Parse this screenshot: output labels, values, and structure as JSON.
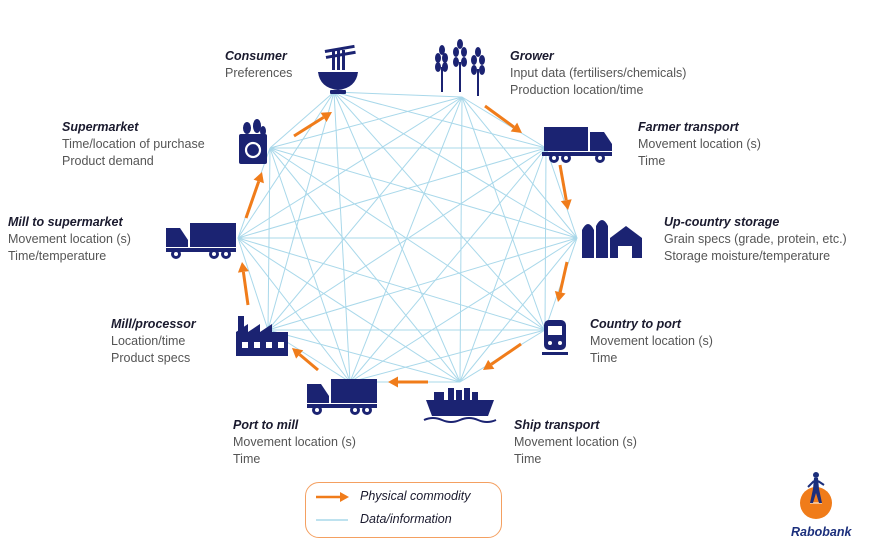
{
  "colors": {
    "navy": "#1b2372",
    "orange": "#f07c1a",
    "link": "#a9d8ea"
  },
  "nodes": [
    {
      "id": "consumer",
      "title": "Consumer",
      "details": [
        "Preferences"
      ],
      "icon": "noodle-bowl-icon"
    },
    {
      "id": "grower",
      "title": "Grower",
      "details": [
        "Input data (fertilisers/chemicals)",
        "Production location/time"
      ],
      "icon": "wheat-icon"
    },
    {
      "id": "farmer_transport",
      "title": "Farmer transport",
      "details": [
        "Movement location (s)",
        "Time"
      ],
      "icon": "truck-icon"
    },
    {
      "id": "upcountry_storage",
      "title": "Up-country storage",
      "details": [
        "Grain specs (grade, protein, etc.)",
        "Storage moisture/temperature"
      ],
      "icon": "silo-icon"
    },
    {
      "id": "country_to_port",
      "title": "Country to port",
      "details": [
        "Movement location (s)",
        "Time"
      ],
      "icon": "train-icon"
    },
    {
      "id": "ship_transport",
      "title": "Ship transport",
      "details": [
        "Movement location (s)",
        "Time"
      ],
      "icon": "ship-icon"
    },
    {
      "id": "port_to_mill",
      "title": "Port to mill",
      "details": [
        "Movement location (s)",
        "Time"
      ],
      "icon": "truck-icon"
    },
    {
      "id": "mill_processor",
      "title": "Mill/processor",
      "details": [
        "Location/time",
        "Product specs"
      ],
      "icon": "factory-icon"
    },
    {
      "id": "mill_to_supermarket",
      "title": "Mill to supermarket",
      "details": [
        "Movement location (s)",
        "Time/temperature"
      ],
      "icon": "truck-icon"
    },
    {
      "id": "supermarket",
      "title": "Supermarket",
      "details": [
        "Time/location of purchase",
        "Product demand"
      ],
      "icon": "grocery-bag-icon"
    }
  ],
  "legend": {
    "physical": "Physical commodity",
    "data": "Data/information"
  },
  "brand": "Rabobank"
}
